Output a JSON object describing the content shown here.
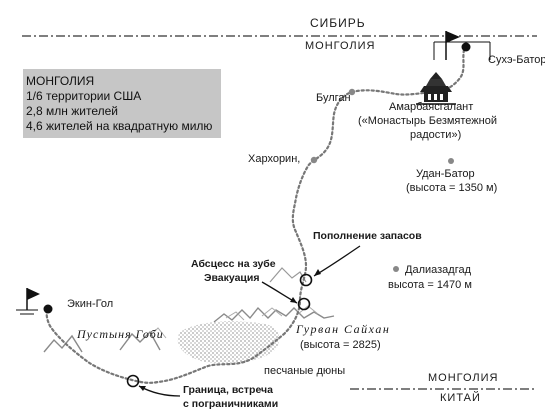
{
  "labels": {
    "siberia": "СИБИРЬ",
    "mongolia_top": "МОНГОЛИЯ",
    "mongolia_bottom": "МОНГОЛИЯ",
    "china": "КИТАЙ",
    "sukhe_bator": "Сухэ-Батор",
    "bulgan": "Булган",
    "amarbayasgalant": "Амарбаясгалант",
    "monastery_line1": "(«Монастырь Безмятежной",
    "monastery_line2": "радости»)",
    "kharkhorin": "Хархорин,",
    "ulan_bator": "Удан-Батор",
    "ulan_bator_alt": "(высота = 1350 м)",
    "resupply": "Пополнение запасов",
    "abscess_line1": "Абсцесс на зубе",
    "abscess_line2": "Эвакуация",
    "dalanzadgad": "Далиазадгад",
    "dalanzadgad_alt": "высота = 1470 м",
    "ekhin_gol": "Экин-Гол",
    "gobi": "Пустыня Гоби",
    "gurvan_saikhan": "Гурван Сайхан",
    "gurvan_alt": "(высота = 2825)",
    "sand_dunes": "песчаные дюны",
    "border_line1": "Граница, встреча",
    "border_line2": "с пограничниками"
  },
  "info_box": {
    "title": "МОНГОЛИЯ",
    "line1": "1/6 территории США",
    "line2": "2,8 млн жителей",
    "line3": "4,6 жителей на квадратную милю"
  },
  "colors": {
    "route": "#777777",
    "info_box_bg": "#c6c6c6",
    "mountains": "#999999",
    "dunes": "#aaaaaa",
    "text": "#1a1a1a"
  }
}
